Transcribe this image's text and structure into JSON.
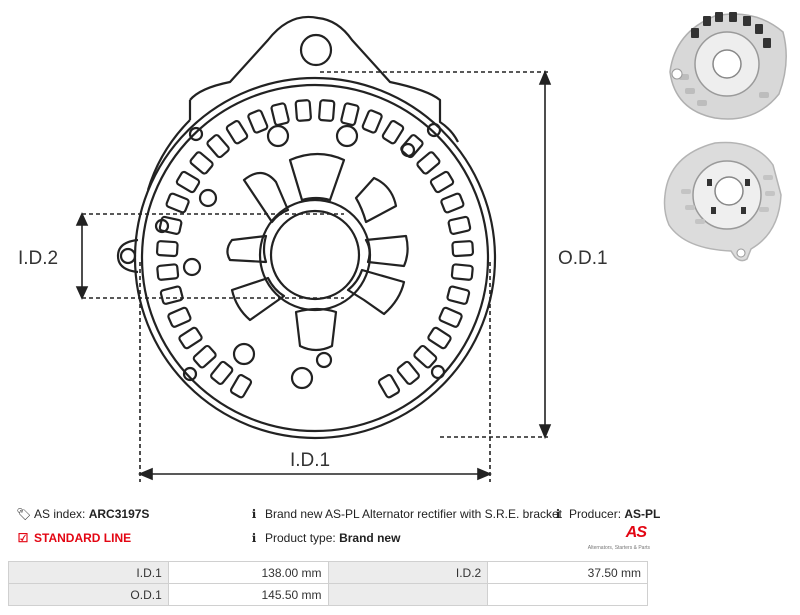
{
  "diagram": {
    "labels": {
      "id2": "I.D.2",
      "od1": "O.D.1",
      "id1": "I.D.1"
    }
  },
  "info": {
    "as_index_label": "AS index:",
    "as_index_value": "ARC3197S",
    "description": "Brand new AS-PL Alternator rectifier with S.R.E. bracket",
    "producer_label": "Producer:",
    "producer_value": "AS-PL",
    "standard_line": "STANDARD LINE",
    "product_type_label": "Product type:",
    "product_type_value": "Brand new"
  },
  "logo": {
    "mark": "AS",
    "tagline": "Alternators, Starters & Parts"
  },
  "specs": [
    {
      "label": "I.D.1",
      "value": "138.00 mm",
      "label2": "I.D.2",
      "value2": "37.50 mm"
    },
    {
      "label": "O.D.1",
      "value": "145.50 mm",
      "label2": "",
      "value2": ""
    }
  ],
  "icons": {
    "tag": "tag-icon",
    "info": "info-icon",
    "check": "checkbox-icon"
  },
  "colors": {
    "accent": "#e30613",
    "line": "#222222",
    "table_header": "#ececec"
  }
}
